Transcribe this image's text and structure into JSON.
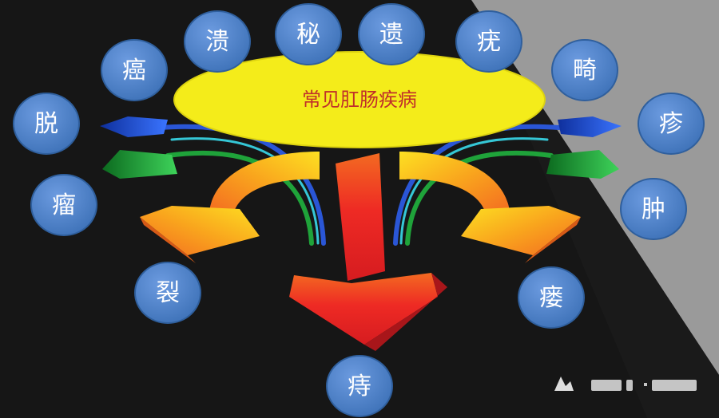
{
  "title": "常见肛肠疾病",
  "diseases": [
    {
      "id": "tuo",
      "label": "脱"
    },
    {
      "id": "ai",
      "label": "癌"
    },
    {
      "id": "kui",
      "label": "溃"
    },
    {
      "id": "mi",
      "label": "秘"
    },
    {
      "id": "yi",
      "label": "遗"
    },
    {
      "id": "ji",
      "label": "疣"
    },
    {
      "id": "ji2",
      "label": "畸"
    },
    {
      "id": "zhen",
      "label": "疹"
    },
    {
      "id": "zhong",
      "label": "肿"
    },
    {
      "id": "lou",
      "label": "瘘"
    },
    {
      "id": "zhi",
      "label": "痔"
    },
    {
      "id": "lie",
      "label": "裂"
    },
    {
      "id": "liu",
      "label": "瘤"
    }
  ],
  "colors": {
    "background": "#161616",
    "corner_light": "#9a9a9a",
    "circle_fill": "#4a7fc4",
    "circle_stroke": "#2f5f9d",
    "ellipse_fill": "#f4ec1a",
    "title_color": "#c0302a",
    "arrow_red": "#e8202a",
    "arrow_orange": "#f7941d",
    "arrow_yellow": "#fde022",
    "arrow_blue": "#1f4fd0",
    "arrow_green": "#1ea63a"
  },
  "watermark_icon": "wechat-watermark-icon"
}
